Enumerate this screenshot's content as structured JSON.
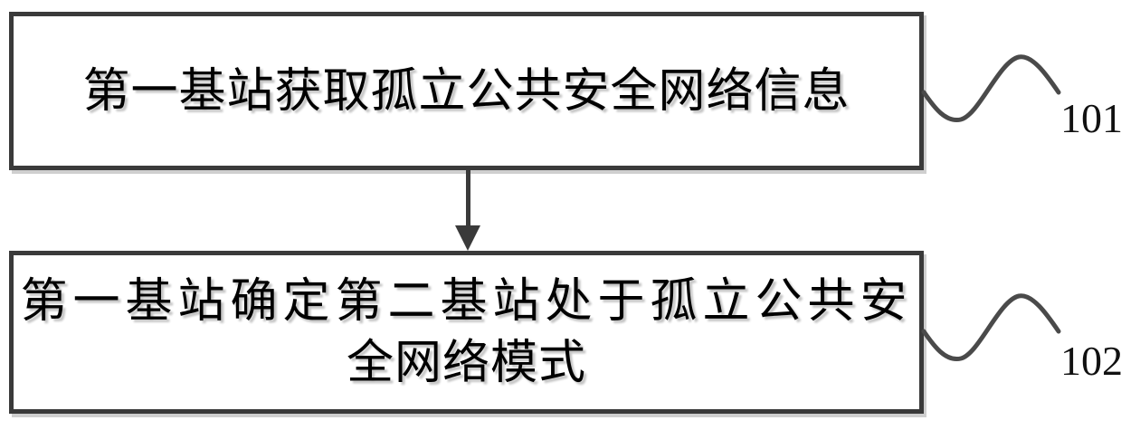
{
  "figure": {
    "background_color": "#ffffff",
    "stroke_color": "#3a3a3a",
    "shadow_color": "#cfcfcf",
    "text_color": "#000000",
    "steps": [
      {
        "ref": "101",
        "text": "第一基站获取孤立公共安全网络信息",
        "lines": [
          "第一基站获取孤立公共安全网络信息"
        ]
      },
      {
        "ref": "102",
        "text": "第一基站确定第二基站处于孤立公共安全网络模式",
        "lines": [
          "第一基站确定第二基站处于孤立公共安",
          "全网络模式"
        ]
      }
    ],
    "connector": "down-arrow"
  }
}
